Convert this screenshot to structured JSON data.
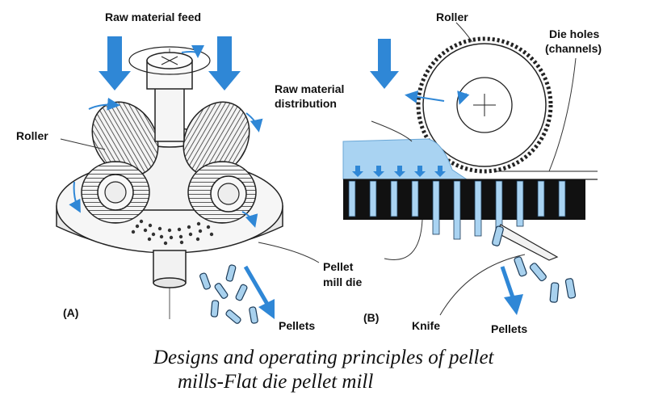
{
  "labels": {
    "raw_material_feed": "Raw material feed",
    "roller_left": "Roller",
    "roller_right": "Roller",
    "die_holes_1": "Die holes",
    "die_holes_2": "(channels)",
    "raw_material_distribution_1": "Raw material",
    "raw_material_distribution_2": "distribution",
    "pellet_mill_die_1": "Pellet",
    "pellet_mill_die_2": "mill die",
    "pellets_left": "Pellets",
    "pellets_right": "Pellets",
    "knife": "Knife",
    "panel_a": "(A)",
    "panel_b": "(B)"
  },
  "caption": {
    "line1": "Designs and operating principles of pellet",
    "line2": "mills-Flat die pellet mill"
  },
  "colors": {
    "arrow_blue": "#2f87d6",
    "material_blue": "#a9d3f2",
    "pellet_blue": "#a8d1ee",
    "outline": "#222222"
  }
}
